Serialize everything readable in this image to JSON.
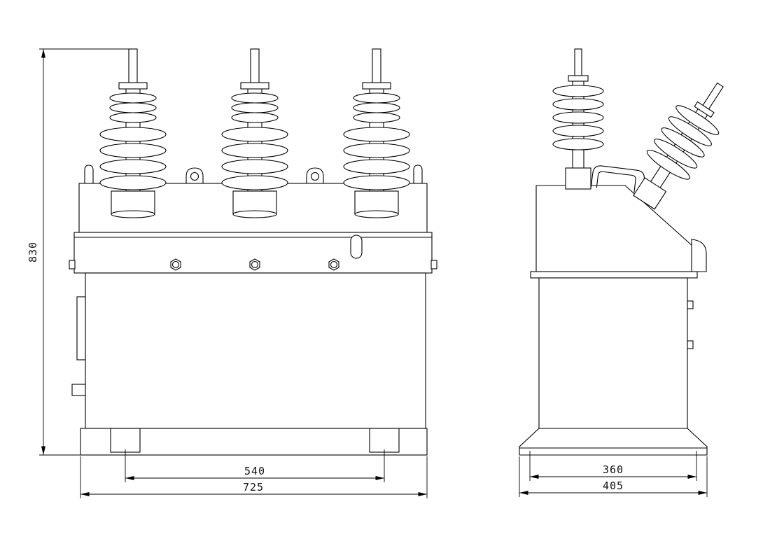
{
  "front_view": {
    "overall_height": "830",
    "foot_center_spacing": "540",
    "overall_width": "725"
  },
  "side_view": {
    "foot_center_spacing": "360",
    "overall_depth": "405"
  },
  "colors": {
    "line": "#000000",
    "background": "#ffffff",
    "dim_text": "#111111"
  }
}
